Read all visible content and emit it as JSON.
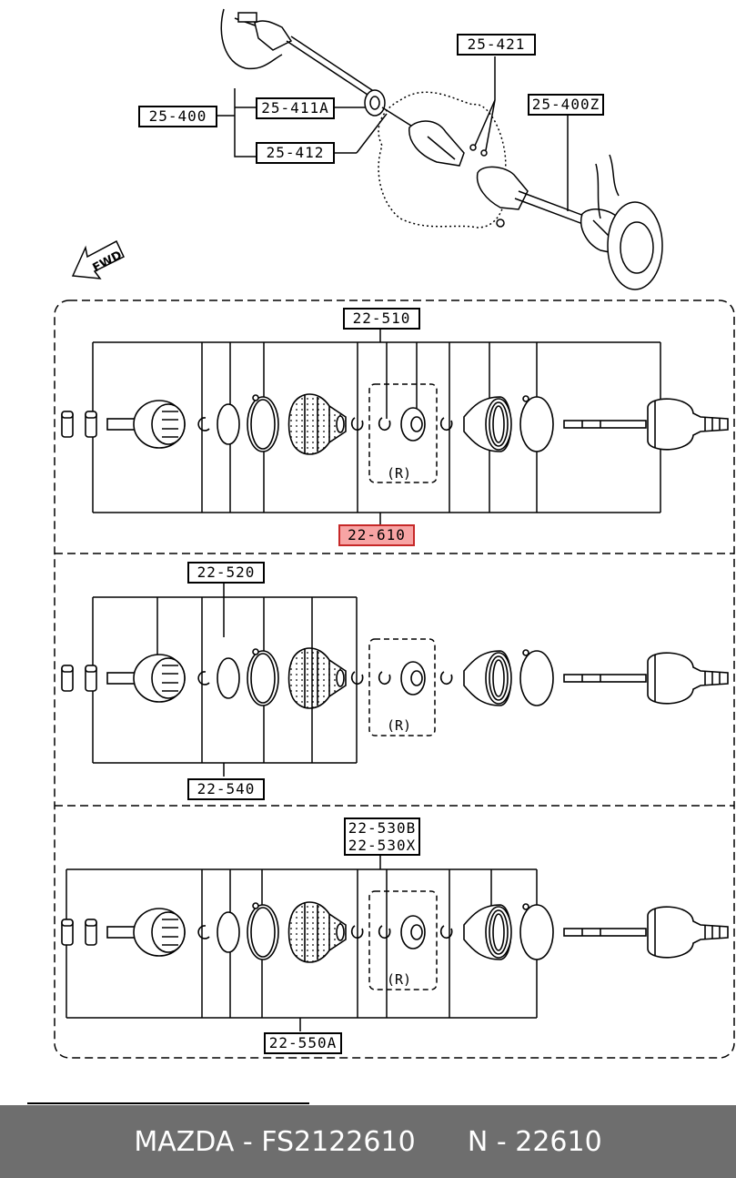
{
  "top_labels": {
    "l25_400": "25-400",
    "l25_411a": "25-411A",
    "l25_412": "25-412",
    "l25_421": "25-421",
    "l25_400z": "25-400Z"
  },
  "fwd_label": "FWD",
  "section1": {
    "top_label": "22-510",
    "bottom_label": "22-610",
    "r_label": "(R)"
  },
  "section2": {
    "top_label": "22-520",
    "bottom_label": "22-540",
    "r_label": "(R)"
  },
  "section3": {
    "top_label_1": "22-530B",
    "top_label_2": "22-530X",
    "bottom_label": "22-550A",
    "r_label": "(R)"
  },
  "highlight_color": "#e57373",
  "footer": {
    "left": "MAZDA - FS2122610",
    "right": "N - 22610"
  }
}
